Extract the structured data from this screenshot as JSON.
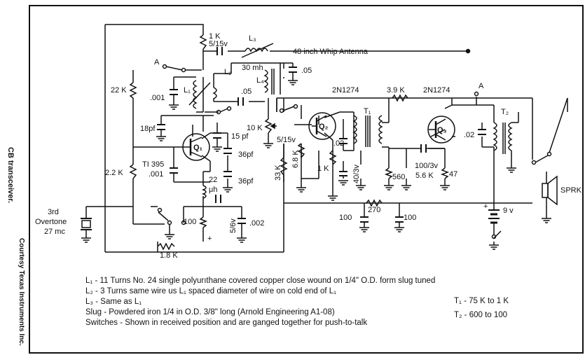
{
  "side": {
    "caption": "CB transceiver.",
    "courtesy": "Courtesy Texas Instruments Inc."
  },
  "labels": {
    "r_1k_top": "1 K",
    "cap_5_15v_a": "5/15v",
    "l3": "L₃",
    "antenna": "48 inch Whip Antenna",
    "point_a_left": "A",
    "l2": "L₂",
    "l30mh": "30 mh",
    "cap_05_right": ".05",
    "r_22k": "22 K",
    "l1": "L₁",
    "cap_001_left": ".001",
    "l4": "L₄",
    "cap_05_mid": ".05",
    "q2_type": "2N1274",
    "r_39k": "3.9 K",
    "q3_type": "2N1274",
    "point_a_right": "A",
    "cap_18pf": "18pf",
    "cap_15pf": "15 pf",
    "pot_10k": "10 K",
    "cap_5_15v_b": "5/15v",
    "q2": "Q₂",
    "t1": "T₁",
    "q3": "Q₃",
    "t2": "T₂",
    "q1": "Q₁",
    "ti395": "TI 395",
    "cap_001_q1": ".001",
    "cap_36pf_a": "36pf",
    "r_68k": "6.8 K",
    "cap_02_left": ".02",
    "cap_02_right": ".02",
    "r_22k_b": "2.2 K",
    "r_33k": "33 K",
    "r_1k_mid": "1 K",
    "cap_40_3v": "40/3v",
    "r_560": "560",
    "cap_100_3v": "100/3v",
    "r_56k": "5.6 K",
    "r_47": "47",
    "l22uh_a": "22",
    "l22uh_b": "μh",
    "cap_36pf_b": "36pf",
    "speaker": "SPRK",
    "crystal_1": "3rd",
    "crystal_2": "Overtone",
    "crystal_3": "27 mc",
    "r_270": "270",
    "cap_100_a": "100",
    "cap_100_b": "100",
    "battery": "9 v",
    "r_100": "100",
    "cap_5_6v": "5/6v",
    "cap_002": ".002",
    "r_18k": "1.8 K",
    "plus_a": "+",
    "plus_b": "+"
  },
  "notes": [
    "L₁ - 11 Turns No. 24 single polyurıthane covered copper close wound on 1/4\" O.D. form slug tuned",
    "L₂ - 3 Turns same wire us L₁ spaced diameter of wire on cold end of L₁",
    "L₃ - Same as L₁",
    "Slug - Powdered iron 1/4 in O.D. 3/8\" long (Arnold Engineering A1-08)",
    "Switches - Shown in received position and are ganged together for push-to-talk"
  ],
  "transformer_notes": {
    "t1": "T₁  - 75 K to 1 K",
    "t2": "T₂  - 600 to 100"
  }
}
